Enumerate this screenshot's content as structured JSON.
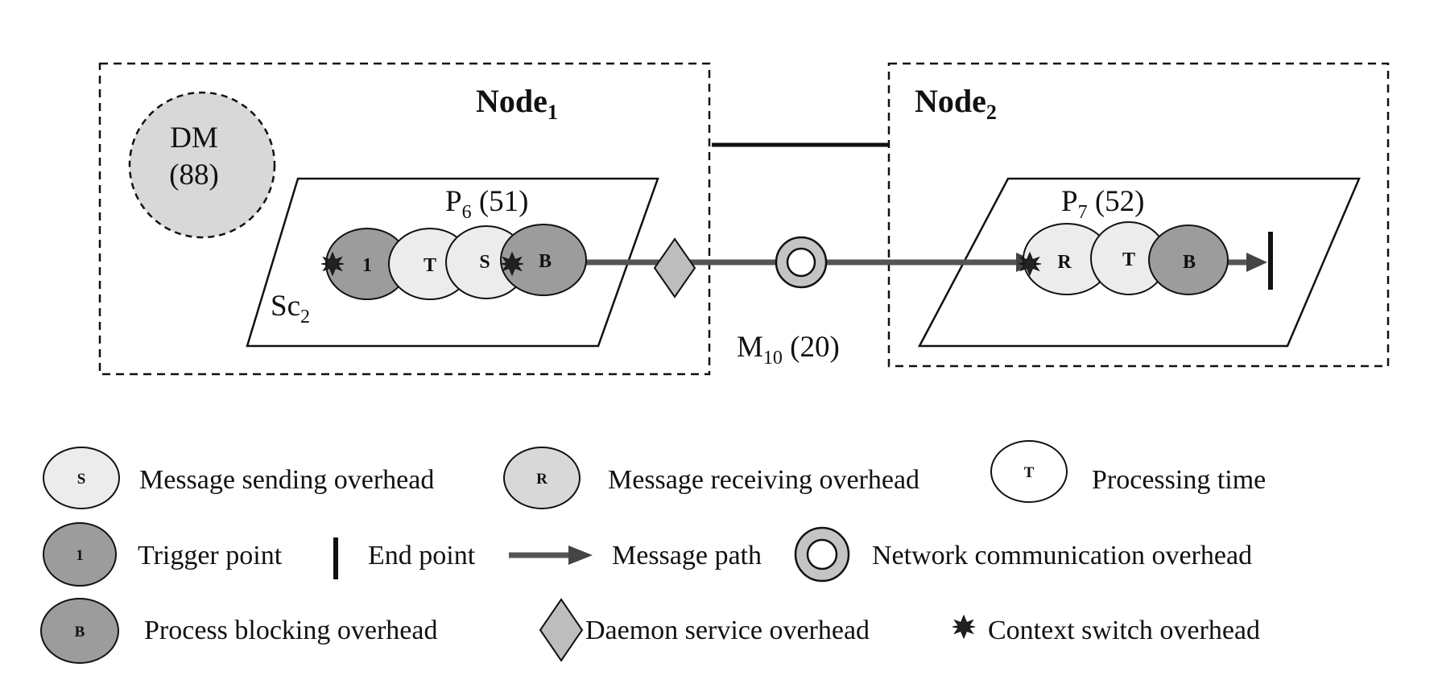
{
  "colors": {
    "light_fill": "#ececec",
    "light_grey_fill": "#d8d8d8",
    "dark_fill": "#9c9c9c",
    "stroke": "#111111",
    "path": "#555555"
  },
  "diagram": {
    "node1": {
      "label": "Node",
      "subscript": "1"
    },
    "node2": {
      "label": "Node",
      "subscript": "2"
    },
    "daemon_manager": {
      "line1": "DM",
      "line2": "(88)"
    },
    "process1": {
      "label": "P",
      "subscript": "6",
      "value": " (51)"
    },
    "process2": {
      "label": "P",
      "subscript": "7",
      "value": " (52)"
    },
    "scenario": {
      "label": "Sc",
      "subscript": "2"
    },
    "message": {
      "label": "M",
      "subscript": "10",
      "value": " (20)"
    },
    "p1_stages": {
      "trigger": "1",
      "processing": "T",
      "sending": "S",
      "blocking": "B"
    },
    "p2_stages": {
      "receiving": "R",
      "processing": "T",
      "blocking": "B"
    }
  },
  "legend": {
    "sending": {
      "symbol": "S",
      "label": "Message sending overhead"
    },
    "receiving": {
      "symbol": "R",
      "label": "Message receiving overhead"
    },
    "processing": {
      "symbol": "T",
      "label": "Processing time"
    },
    "trigger": {
      "symbol": "1",
      "label": "Trigger point"
    },
    "end": {
      "label": "End point"
    },
    "path": {
      "label": "Message path"
    },
    "network": {
      "label": "Network communication overhead"
    },
    "blocking": {
      "symbol": "B",
      "label": "Process blocking overhead"
    },
    "daemon": {
      "label": "Daemon service overhead"
    },
    "context": {
      "label": "Context switch overhead"
    }
  }
}
